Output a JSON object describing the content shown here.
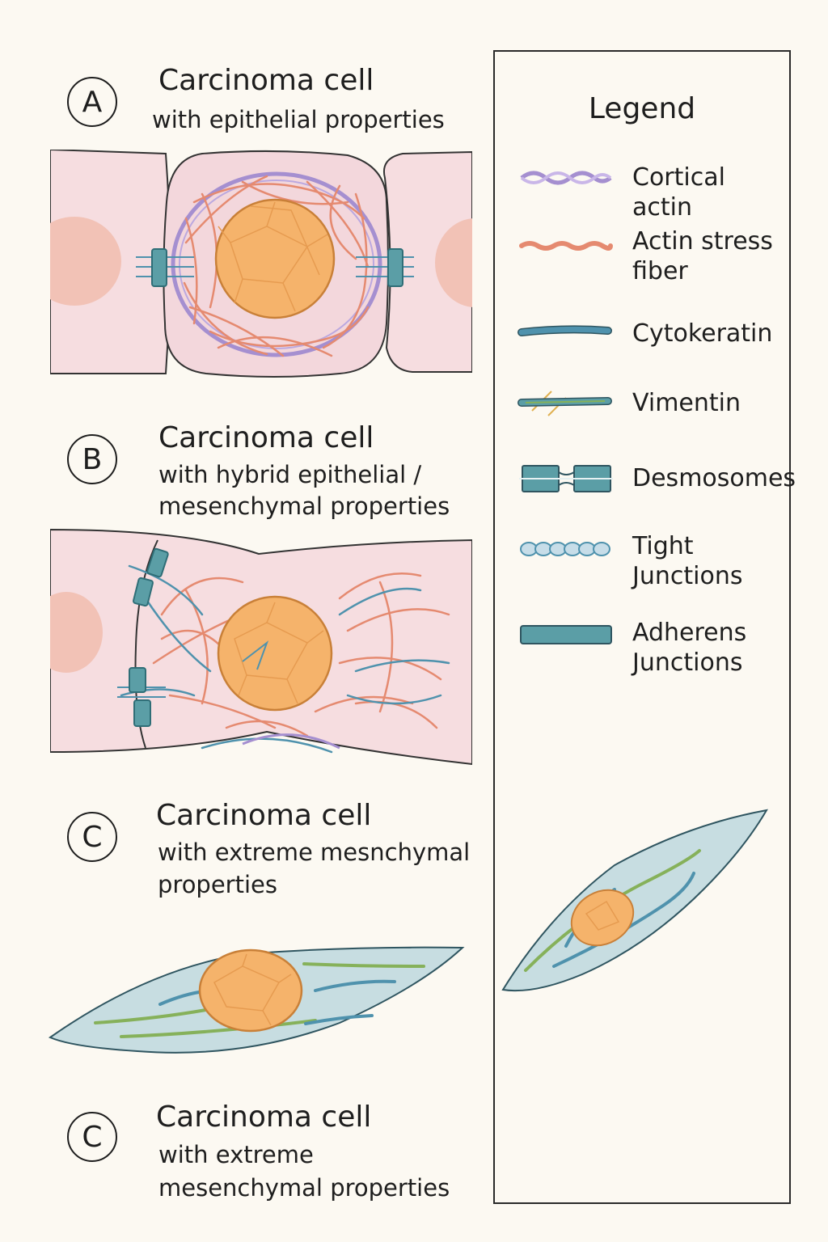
{
  "panels": [
    {
      "badge": "A",
      "title": "Carcinoma cell",
      "subtitle_lines": [
        "with epithelial properties"
      ]
    },
    {
      "badge": "B",
      "title": "Carcinoma cell",
      "subtitle_lines": [
        "with hybrid epithelial /",
        "mesenchymal properties"
      ]
    },
    {
      "badge": "C",
      "title": "Carcinoma cell",
      "subtitle_lines": [
        "with extreme mesnchymal",
        "properties"
      ]
    },
    {
      "badge": "C",
      "title": "Carcinoma cell",
      "subtitle_lines": [
        "with extreme",
        "mesenchymal properties"
      ]
    }
  ],
  "legend": {
    "title": "Legend",
    "items": [
      {
        "label_lines": [
          "Cortical actin"
        ],
        "icon": "cortical-actin-swatch"
      },
      {
        "label_lines": [
          "Actin stress",
          "fiber"
        ],
        "icon": "stress-fiber-swatch"
      },
      {
        "label_lines": [
          "Cytokeratin"
        ],
        "icon": "cytokeratin-swatch"
      },
      {
        "label_lines": [
          "Vimentin"
        ],
        "icon": "vimentin-swatch"
      },
      {
        "label_lines": [
          "Desmosomes"
        ],
        "icon": "desmosome-swatch"
      },
      {
        "label_lines": [
          "Tight",
          "Junctions"
        ],
        "icon": "tight-junction-swatch"
      },
      {
        "label_lines": [
          "Adherens",
          "Junctions"
        ],
        "icon": "adherens-junction-swatch"
      }
    ]
  },
  "colors": {
    "cell_pink": "#f6dde0",
    "nucleus": "#f5b36b",
    "cortical_actin": "#a58fd0",
    "stress_fiber": "#e58a70",
    "cytokeratin": "#4f92ad",
    "vimentin": "#86b15a",
    "junction": "#5b9ea6",
    "mesenchymal_cell": "#c7dde1"
  }
}
